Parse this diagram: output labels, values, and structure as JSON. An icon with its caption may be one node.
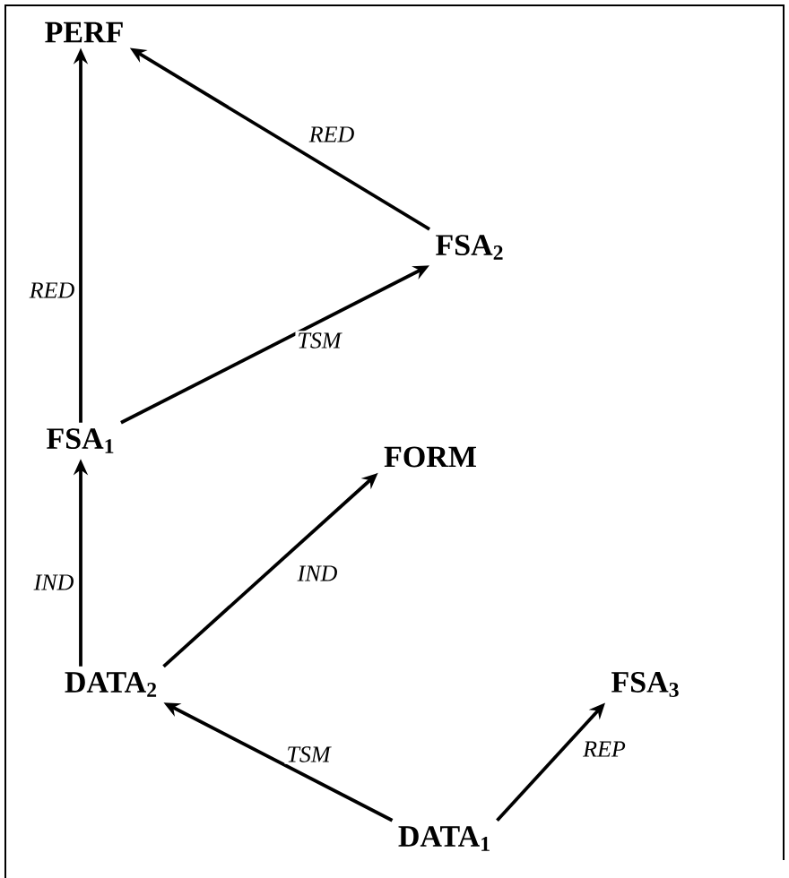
{
  "diagram": {
    "nodes": [
      {
        "text": [
          "PERF"
        ]
      },
      {
        "text": [
          "FSA$_{2}$"
        ]
      },
      {
        "text": [
          "FSA$_{1}$"
        ]
      },
      {
        "text": [
          "FORM"
        ]
      },
      {
        "text": [
          "DATA$_{2}$"
        ]
      },
      {
        "text": [
          "FSA$_{3}$"
        ]
      },
      {
        "text": [
          "DATA$_{1}$"
        ]
      }
    ],
    "edges": [
      {
        "from": 2,
        "to": 0,
        "arrow": "to",
        "label": "RED"
      },
      {
        "from": 1,
        "to": 0,
        "arrow": "to",
        "label": "RED"
      },
      {
        "from": 2,
        "to": 1,
        "arrow": "to",
        "label": "TSM"
      },
      {
        "from": 4,
        "to": 2,
        "arrow": "to",
        "label": "IND"
      },
      {
        "from": 4,
        "to": 3,
        "arrow": "to",
        "label": "IND"
      },
      {
        "from": 6,
        "to": 4,
        "arrow": "to",
        "label": "TSM"
      },
      {
        "from": 6,
        "to": 5,
        "arrow": "to",
        "label": "REP"
      }
    ]
  }
}
